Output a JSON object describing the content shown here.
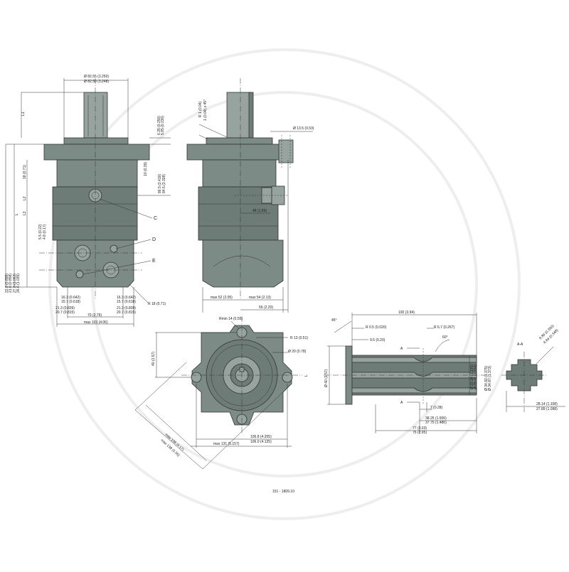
{
  "views": {
    "front": {
      "dims_top": [
        "Ø 82.55 (3.250)",
        "Ø 82.50 (3.248)"
      ],
      "dims_left": [
        "L1",
        "18 (0.71)",
        "L2",
        "L",
        "L3",
        "5.5 (0.22)",
        "4.8 (0.17)",
        "22.8 (0.898)",
        "21.8 (0.858)",
        "27.0 (1.063)",
        "26.6 (1.035)"
      ],
      "dims_right": [
        "6.35 (0.250)",
        "5.85 (0.230)",
        "10 (0.39)",
        "86.5 (3.419)",
        "84.5 (3.328)"
      ],
      "dims_bottom": [
        "16.3 (0.642)",
        "15.7 (0.618)",
        "16.3 (0.642)",
        "15.7 (0.618)",
        "21.3 (0.839)",
        "20.7 (0.815)",
        "21.3 (0.839)",
        "20.7 (0.815)",
        "70 (2.76)",
        "max 103 (4.06)",
        "R 18 (0.71)"
      ],
      "callouts": [
        "C",
        "D",
        "E"
      ]
    },
    "side": {
      "dims": [
        "R 1 (0.04)",
        "1 (0.04) x 45°",
        "Ø 13.5 (0.53)",
        "48 (1.89)",
        "max 52 (2.05)",
        "max 54 (2.13)",
        "56 (2.20)"
      ]
    },
    "flange": {
      "dims": [
        "Rmin 14 (0.55)",
        "R 13 (0.51)",
        "Ø 20 (0.78)",
        "40 (1.57)",
        "106.8 (4.205)",
        "106.0 (4.125)",
        "max 131 (5.157)",
        "max 106 (4.17)",
        "max 138 (5.56)"
      ]
    },
    "shaft": {
      "dims": [
        "100 (3.94)",
        "45°",
        "R 0.5 (0.020)",
        "R 6.7 (0.267)",
        "9.5 (0.20)",
        "60°",
        "A",
        "A",
        "Ø 40 (1.57)",
        "Ø 34.92 (1.375)",
        "Ø 34.87 (1.373)",
        "Ø 29.34 (1.155)",
        "Ø 29.21 (1.150)",
        "7 (0.28)",
        "38.25 (1.506)",
        "37.75 (1.486)",
        "77 (3.03)",
        "75 (2.95)",
        "L"
      ]
    },
    "section": {
      "title": "A-A",
      "dims": [
        "28.14 (1.108)",
        "27.89 (1.098)",
        "8.89 (0.350)",
        "8.84 (0.348)"
      ]
    }
  },
  "footer": {
    "code": "151 - 1809.10"
  }
}
